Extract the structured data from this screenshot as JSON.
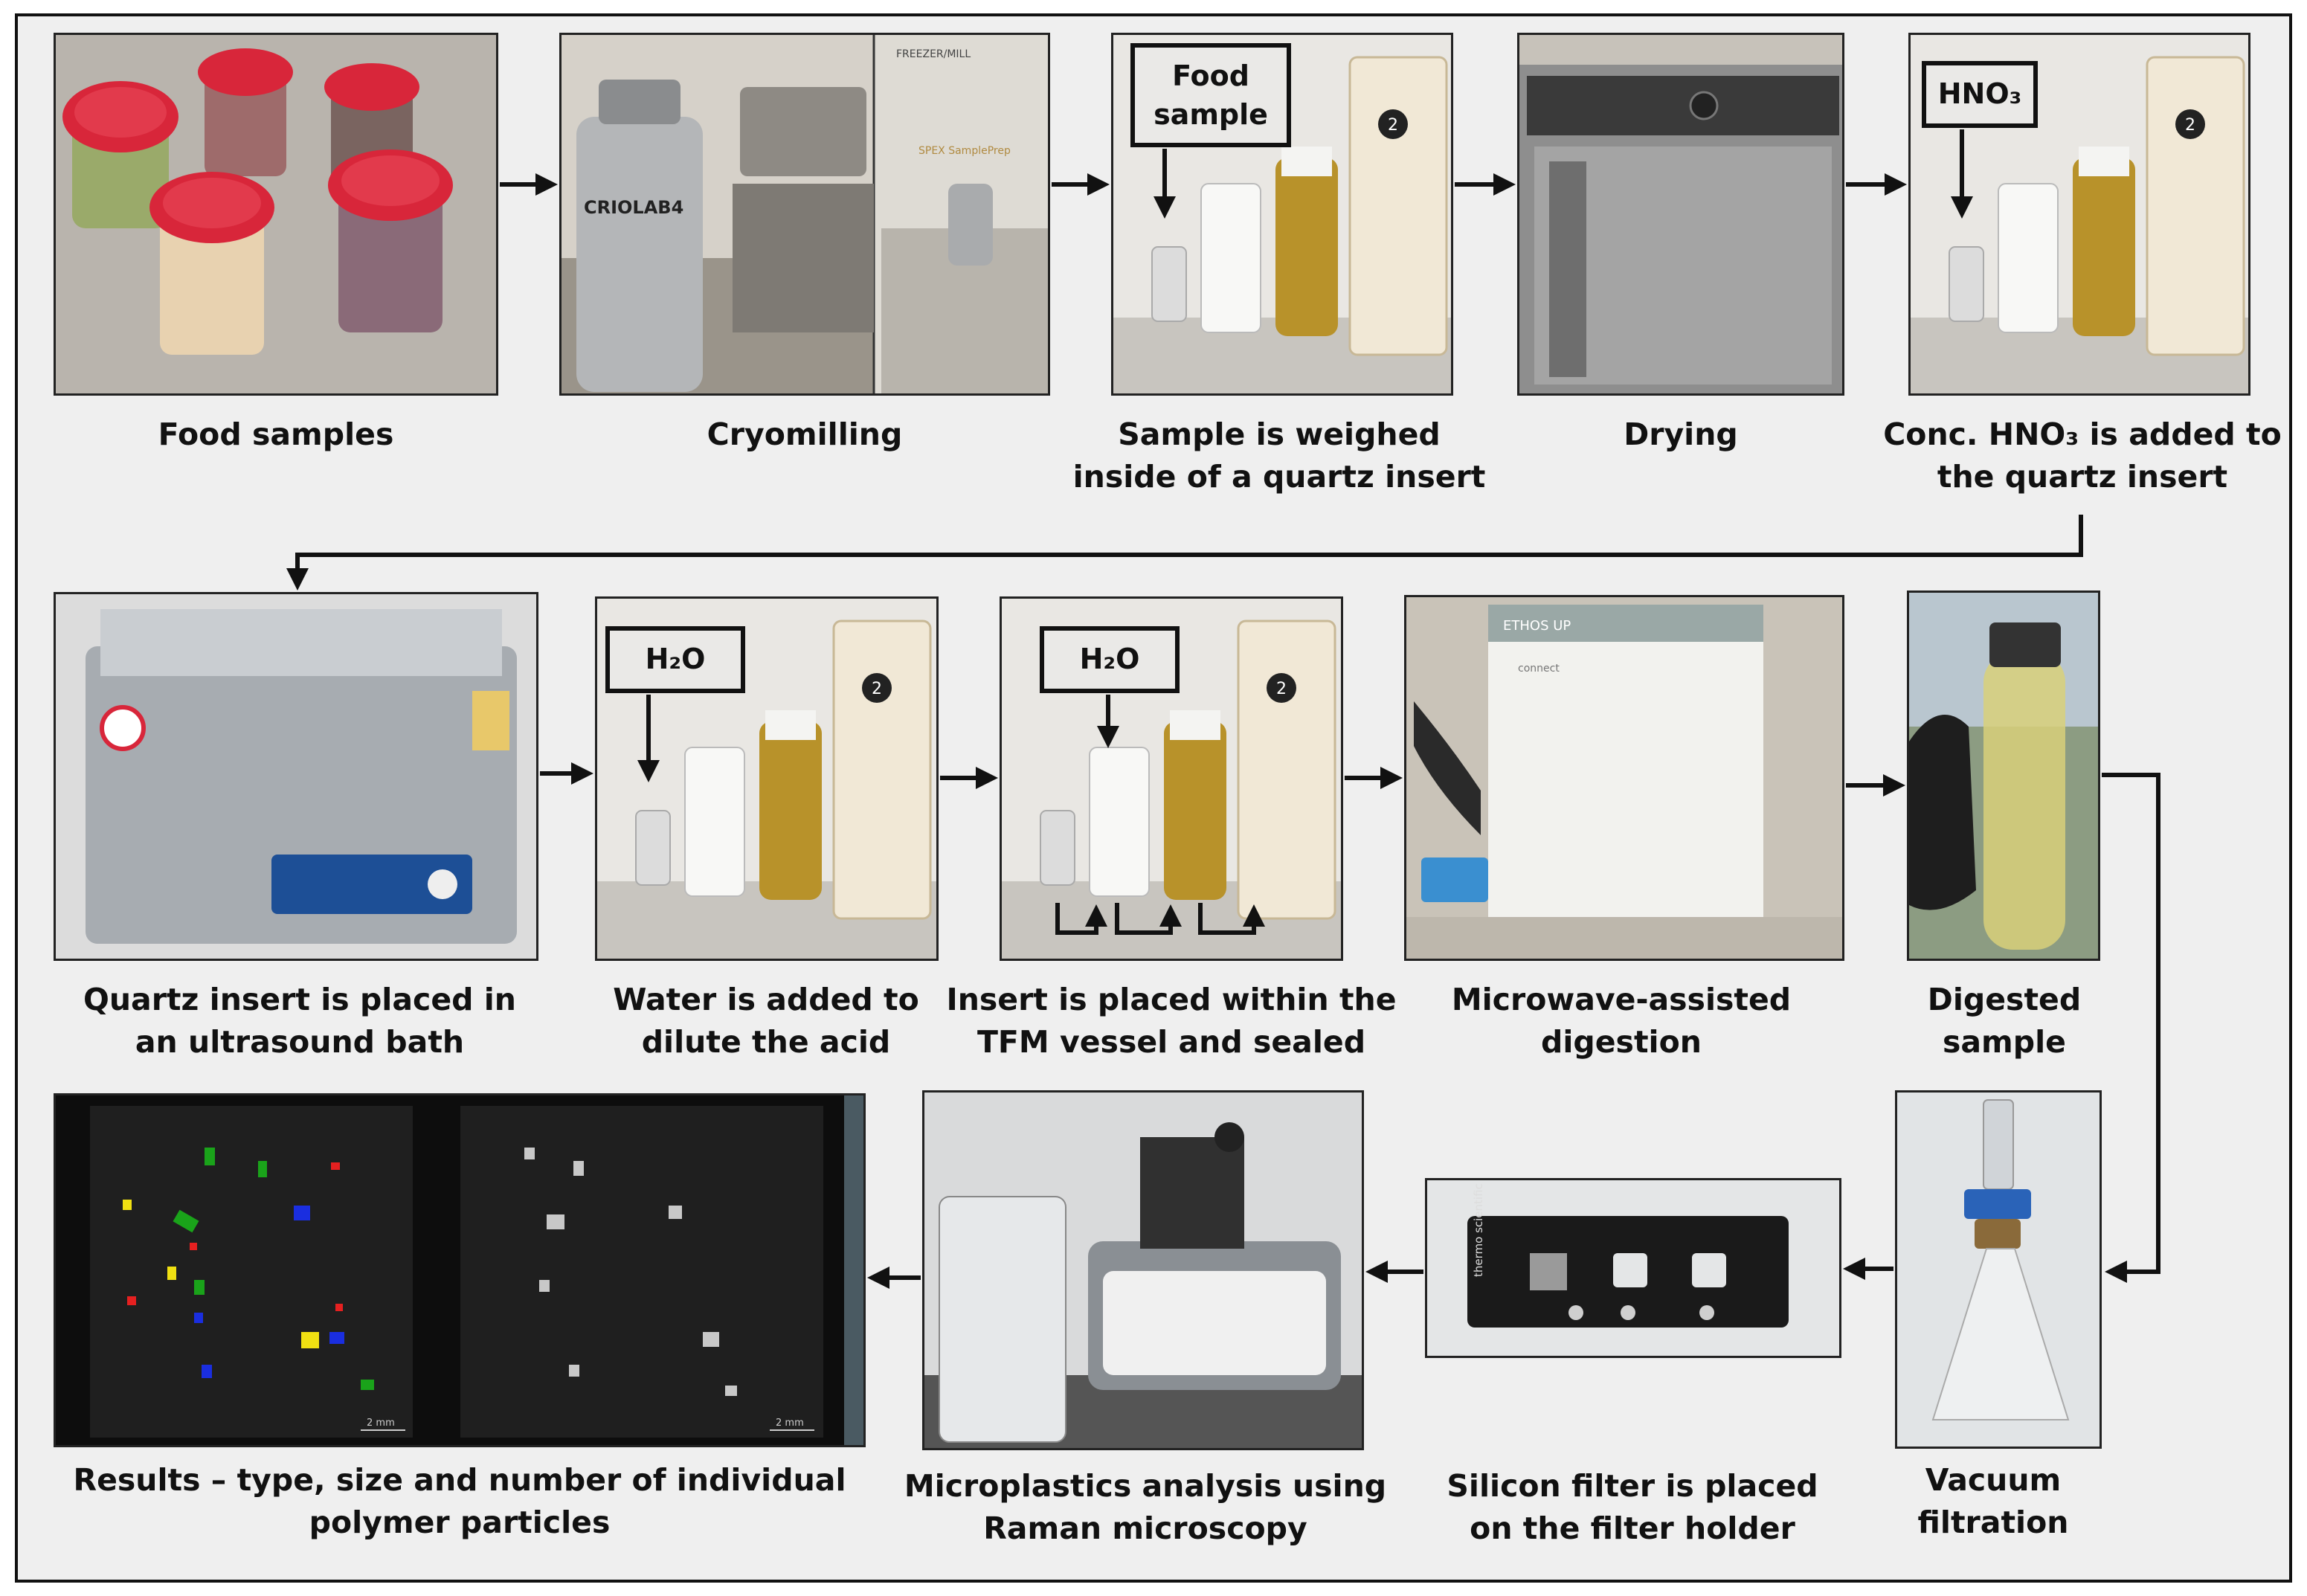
{
  "steps": {
    "food_samples": "Food samples",
    "cryomilling": "Cryomilling",
    "weighed_l1": "Sample is weighed",
    "weighed_l2": "inside of a quartz insert",
    "drying": "Drying",
    "hno3_l1": "Conc. HNO₃ is added to",
    "hno3_l2": "the quartz insert",
    "ultrasound_l1": "Quartz insert is placed in",
    "ultrasound_l2": "an ultrasound bath",
    "water_l1": "Water is added to",
    "water_l2": "dilute the acid",
    "tfm_l1": "Insert is placed within the",
    "tfm_l2": "TFM vessel and sealed",
    "microwave_l1": "Microwave-assisted",
    "microwave_l2": "digestion",
    "digested_l1": "Digested",
    "digested_l2": "sample",
    "vacuum_l1": "Vacuum",
    "vacuum_l2": "filtration",
    "silicon_l1": "Silicon filter is placed",
    "silicon_l2": "on the filter holder",
    "raman_l1": "Microplastics analysis using",
    "raman_l2": "Raman microscopy",
    "results_l1": "Results – type, size and number of individual",
    "results_l2": "polymer particles"
  },
  "labels": {
    "food_l1": "Food",
    "food_l2": "sample",
    "hno3": "HNO₃",
    "h2o_a": "H₂O",
    "h2o_b": "H₂O"
  },
  "photo_text": {
    "criolab": "CRIOLAB4",
    "spex": "SPEX SamplePrep",
    "freezer": "FREEZER/MILL",
    "vessel_num": "2",
    "ethos": "ETHOS UP",
    "connect": "connect",
    "thermo": "thermo scientific",
    "scale_left": "2 mm",
    "scale_right": "2 mm"
  },
  "colors": {
    "frame_bg": "#efefef",
    "arrow": "#111111",
    "lid_red": "#d8263a",
    "vessel_gold": "#b8922a",
    "particle_red": "#e52020",
    "particle_green": "#1aa31a",
    "particle_blue": "#1a2ee0",
    "particle_yellow": "#f0e012"
  }
}
